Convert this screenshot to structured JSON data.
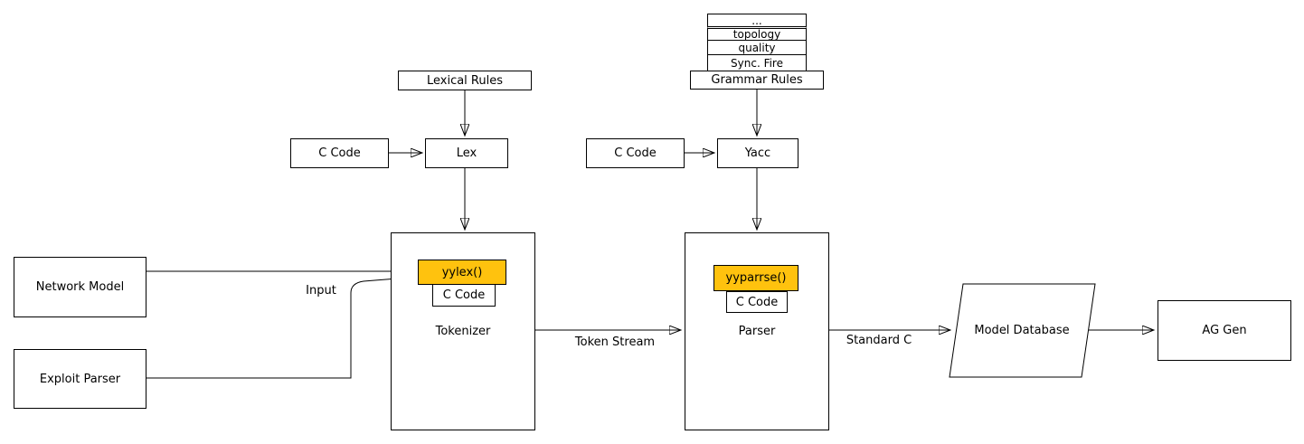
{
  "colors": {
    "highlight": "#FFC20E",
    "line": "#000000",
    "background": "#FFFFFF"
  },
  "stack": {
    "rows": [
      "...",
      "topology",
      "quality",
      "Sync. Fire"
    ],
    "base": "Grammar Rules"
  },
  "nodes": {
    "lexical_rules": "Lexical Rules",
    "c_code_lex": "C Code",
    "lex": "Lex",
    "c_code_yacc": "C Code",
    "yacc": "Yacc",
    "network_model": "Network Model",
    "exploit_parser": "Exploit Parser",
    "tokenizer": {
      "function": "yylex()",
      "code": "C Code",
      "label": "Tokenizer"
    },
    "parser": {
      "function": "yyparrse()",
      "code": "C Code",
      "label": "Parser"
    },
    "model_database": "Model Database",
    "ag_gen": "AG Gen"
  },
  "edge_labels": {
    "input": "Input",
    "token_stream": "Token Stream",
    "standard_c": "Standard C"
  }
}
